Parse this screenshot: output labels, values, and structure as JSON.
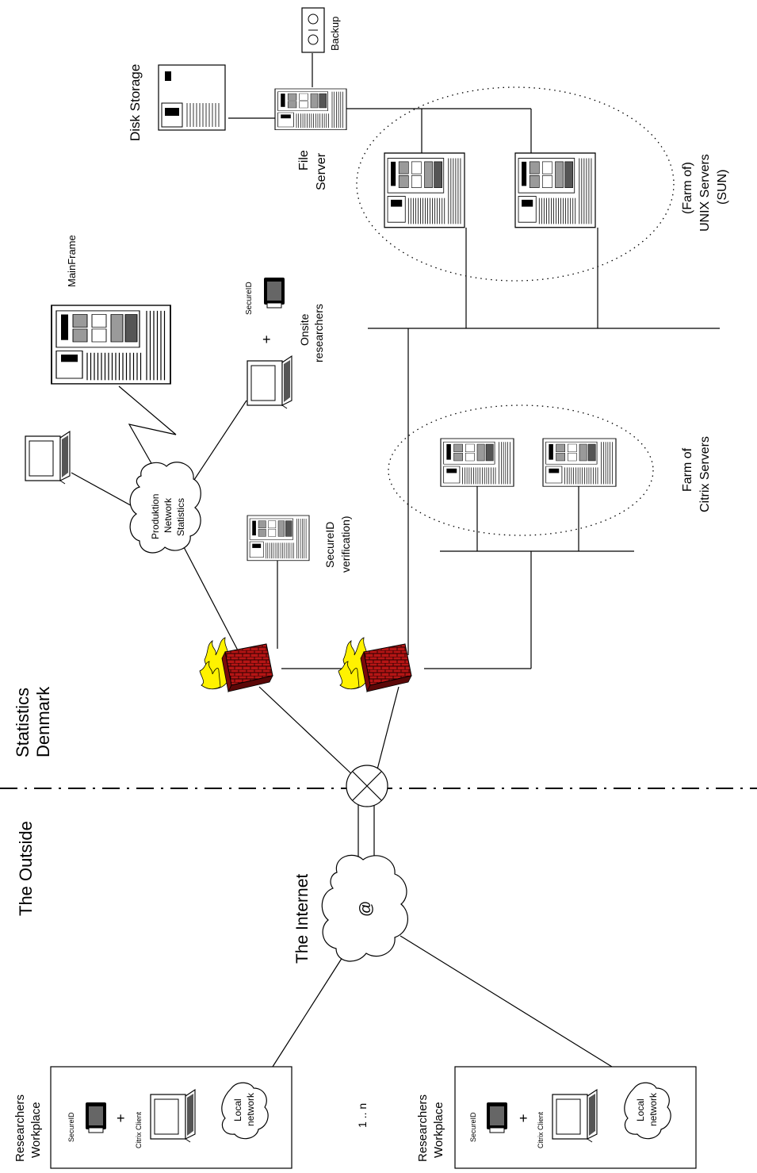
{
  "labels": {
    "statistics_denmark": [
      "Statistics",
      "Denmark"
    ],
    "the_outside": "The Outside",
    "the_internet": "The Internet",
    "internet_at": "@",
    "disk_storage": "Disk Storage",
    "backup": "Backup",
    "file_server": [
      "File",
      "Server"
    ],
    "mainframe": "MainFrame",
    "secureid_onsite": "SecureID",
    "plus": "+",
    "onsite_researchers": [
      "Onsite",
      "researchers"
    ],
    "unix_farm": [
      "(Farm of)",
      "UNIX Servers",
      "(SUN)"
    ],
    "citrix_farm": [
      "Farm of",
      "Citrix Servers"
    ],
    "produktion_network": [
      "Produktion",
      "Network",
      "Statistics"
    ],
    "secureid_verification": [
      "SecureID",
      "verification)"
    ],
    "one_to_n": "1 .. n"
  },
  "workplaces": [
    {
      "title": [
        "Researchers",
        "Workplace"
      ],
      "secureid": "SecureID",
      "plus": "+",
      "citrix_client": "Citrix Client",
      "local_network": [
        "Local",
        "network"
      ]
    },
    {
      "title": [
        "Researchers",
        "Workplace"
      ],
      "secureid": "SecureID",
      "plus": "+",
      "citrix_client": "Citrix Client",
      "local_network": [
        "Local",
        "network"
      ]
    }
  ],
  "colors": {
    "firewall_brick": "#b51515",
    "firewall_flame": "#fff200",
    "server_shade": "#9a9a9a",
    "line": "#000000"
  }
}
